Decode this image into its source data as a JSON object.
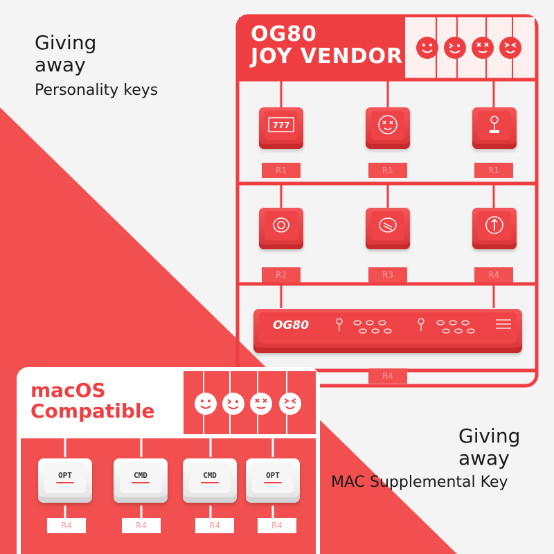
{
  "top_left": {
    "line1": "Giving",
    "line2": "away",
    "sub": "Personality keys"
  },
  "bottom_right": {
    "line1": "Giving",
    "line2": "away",
    "sub": "MAC Supplemental Key"
  },
  "joy_panel": {
    "title_line1": "OG80",
    "title_line2": "JOY VENDOR",
    "faces": [
      "smile",
      "wink",
      "dizzy",
      "squint"
    ],
    "row1_tags": [
      "R1",
      "R1",
      "R1"
    ],
    "row2_tags": [
      "R2",
      "R3",
      "R4"
    ],
    "key_icons": [
      "777",
      "dizzy-face",
      "joystick",
      "coin",
      "coin",
      "arrow-coin"
    ],
    "spacebar_logo": "OG80",
    "spacebar_tag": "R4"
  },
  "mac_panel": {
    "title_line1": "macOS",
    "title_line2": "Compatible",
    "faces": [
      "smile",
      "wink",
      "dizzy",
      "squint"
    ],
    "keys": [
      "OPT",
      "CMD",
      "CMD",
      "OPT"
    ],
    "tags": [
      "R4",
      "R4",
      "R4",
      "R4"
    ]
  },
  "colors": {
    "accent": "#ef3e41",
    "panel_light": "#ffe3e3",
    "background": "#f4f4f4"
  }
}
